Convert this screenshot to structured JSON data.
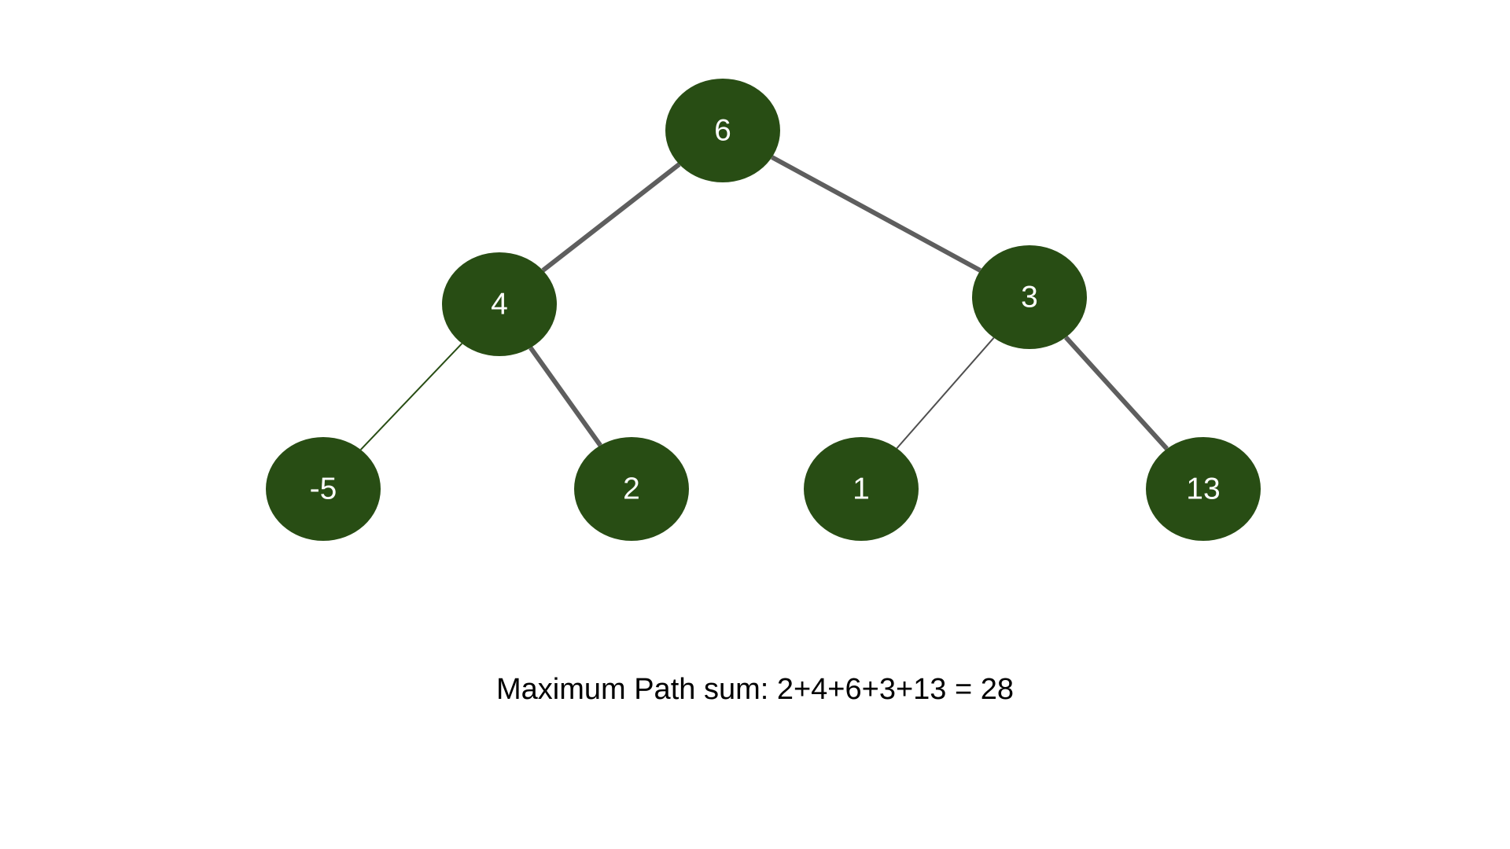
{
  "colors": {
    "node_fill": "#284d14",
    "node_text": "#ffffff",
    "path_edge": "#5e5e5e",
    "plain_edge": "#4f4f4f",
    "background": "#ffffff"
  },
  "tree": {
    "nodes": [
      {
        "id": "n6",
        "label": "6"
      },
      {
        "id": "n4",
        "label": "4"
      },
      {
        "id": "n3",
        "label": "3"
      },
      {
        "id": "nm5",
        "label": "-5"
      },
      {
        "id": "n2",
        "label": "2"
      },
      {
        "id": "n1",
        "label": "1"
      },
      {
        "id": "n13",
        "label": "13"
      }
    ],
    "edges": [
      {
        "from": "n6",
        "to": "n4",
        "on_max_path": true
      },
      {
        "from": "n6",
        "to": "n3",
        "on_max_path": true
      },
      {
        "from": "n4",
        "to": "nm5",
        "on_max_path": false
      },
      {
        "from": "n4",
        "to": "n2",
        "on_max_path": true
      },
      {
        "from": "n3",
        "to": "n1",
        "on_max_path": false
      },
      {
        "from": "n3",
        "to": "n13",
        "on_max_path": true
      }
    ]
  },
  "caption": "Maximum Path sum: 2+4+6+3+13 = 28"
}
